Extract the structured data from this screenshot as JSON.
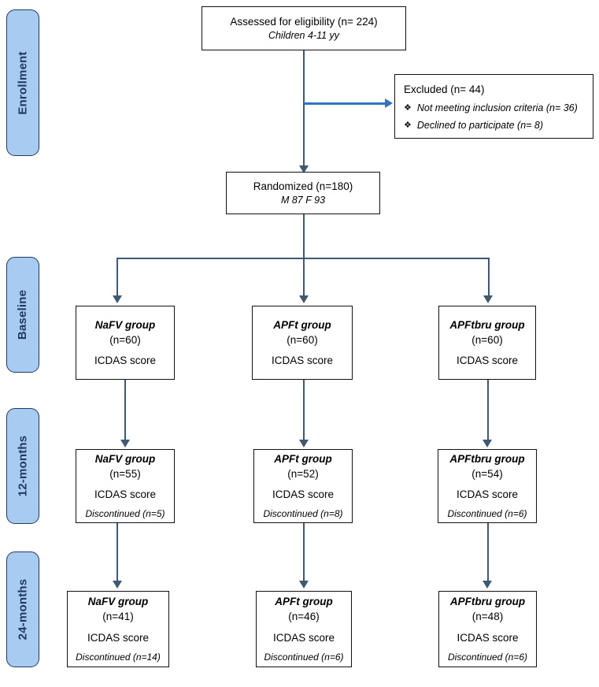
{
  "diagram": {
    "title": "CONSORT participant flow diagram",
    "accent_blue": "#2E75BE",
    "connector_color": "#3C5A74",
    "tab_fill": "#A8CBF2",
    "tab_border": "#203864"
  },
  "stages": [
    {
      "label": "Enrollment"
    },
    {
      "label": "Baseline"
    },
    {
      "label": "12-months"
    },
    {
      "label": "24-months"
    }
  ],
  "nodes": {
    "assessed": {
      "line1": "Assessed for eligibility (n= 224)",
      "line2": "Children 4-11 yy"
    },
    "excluded": {
      "heading": "Excluded  (n= 44)",
      "bullet_glyph": "❖",
      "items": [
        "Not meeting inclusion criteria (n= 36)",
        "Declined to participate (n= 8)"
      ]
    },
    "randomized": {
      "line1": "Randomized (n=180)",
      "line2": "M 87 F 93"
    }
  },
  "rows": [
    {
      "stage": "Baseline",
      "groups": [
        {
          "name": "NaFV group",
          "n": "(n=60)",
          "measure": "ICDAS score",
          "discontinued": ""
        },
        {
          "name": "APFt group",
          "n": "(n=60)",
          "measure": "ICDAS score",
          "discontinued": ""
        },
        {
          "name": "APFtbru group",
          "n": "(n=60)",
          "measure": "ICDAS score",
          "discontinued": ""
        }
      ]
    },
    {
      "stage": "12-months",
      "groups": [
        {
          "name": "NaFV group",
          "n": "(n=55)",
          "measure": "ICDAS score",
          "discontinued": "Discontinued (n=5)"
        },
        {
          "name": "APFt group",
          "n": "(n=52)",
          "measure": "ICDAS score",
          "discontinued": "Discontinued (n=8)"
        },
        {
          "name": "APFtbru group",
          "n": "(n=54)",
          "measure": "ICDAS score",
          "discontinued": "Discontinued (n=6)"
        }
      ]
    },
    {
      "stage": "24-months",
      "groups": [
        {
          "name": "NaFV group",
          "n": "(n=41)",
          "measure": "ICDAS score",
          "discontinued": "Discontinued (n=14)"
        },
        {
          "name": "APFt group",
          "n": "(n=46)",
          "measure": "ICDAS score",
          "discontinued": "Discontinued (n=6)"
        },
        {
          "name": "APFtbru group",
          "n": "(n=48)",
          "measure": "ICDAS score",
          "discontinued": "Discontinued (n=6)"
        }
      ]
    }
  ]
}
